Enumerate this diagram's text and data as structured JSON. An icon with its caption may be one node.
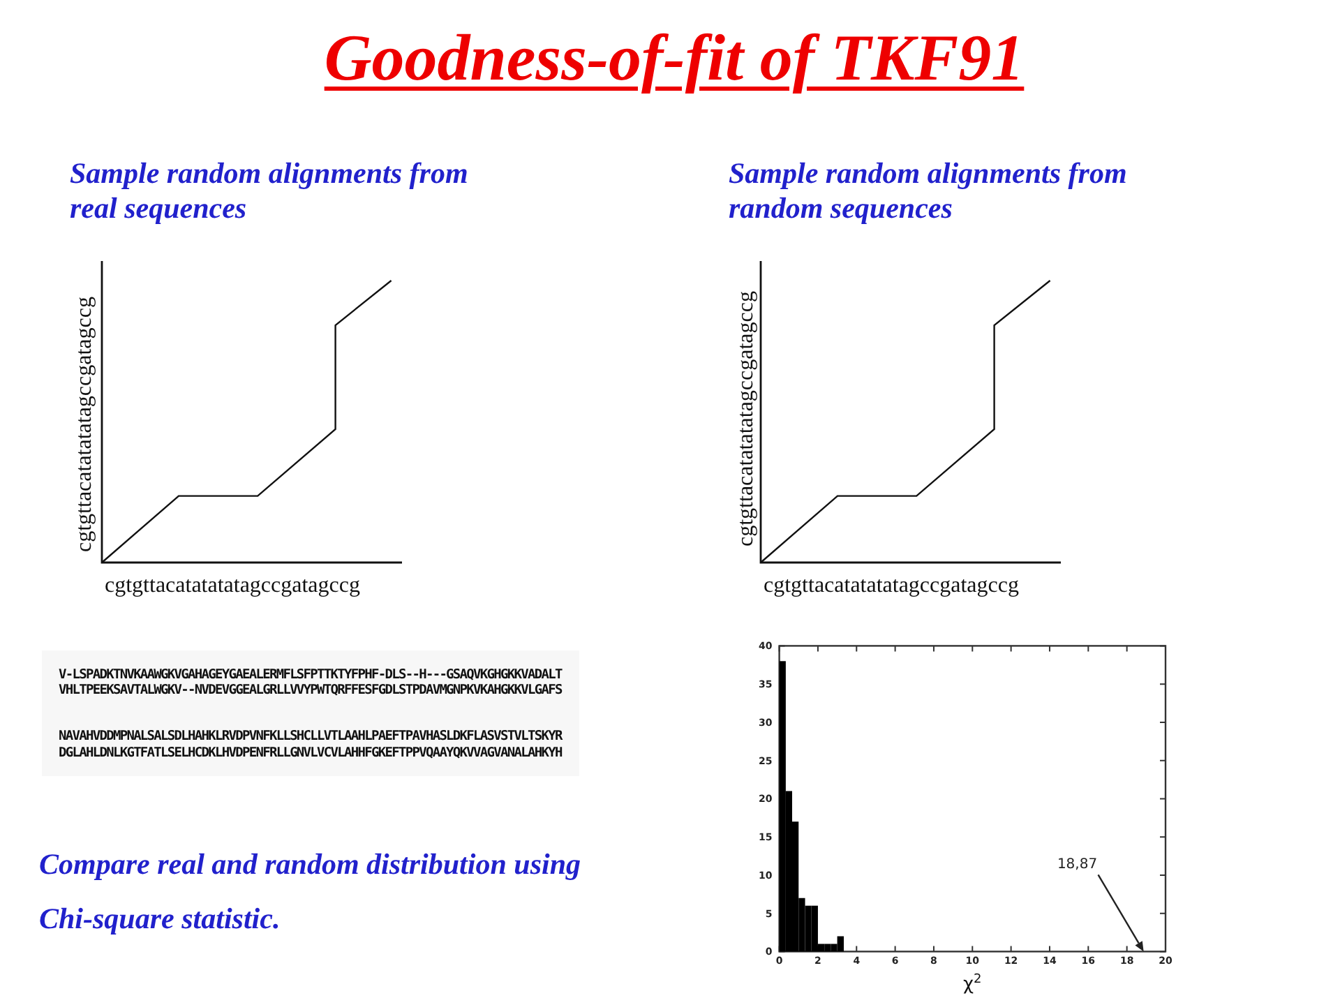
{
  "diagram": {
    "title": "Goodness-of-fit of TKF91",
    "labels": [
      "Sample random alignments from real sequences",
      "Sample random alignments from random sequences",
      "cgtgttacatatatatagccgatagccg",
      "cgtgttacatatatatagccgatagccg",
      "cgtgttacatatatatagccgatagccg",
      "cgtgttacatatatatagccgatagccg",
      "V-LSPADKTNVKAAWGKVGAHAGEYGAEALERMFLSFPTTKTYFPHF-DLS--H---GSAQVKGHGKKVADALT",
      "VHLTPEEKSAVTALWGKV--NVDEVGGEALGRLLVVYPWTQRFFESFGDLSTPDAVMGNPKVKAHGKKVLGAFS",
      "NAVAHVDDMPNALSALSDLHAHKLRVDPVNFKLLSHCLLVTLAAHLPAEFTPAVHASLDKFLASVSTVLTSKYR",
      "DGLAHLDNLKGTFATLSELHCDKLHVDPENFRLLGNVLVCVLAHHFGKEFTPPVQAAYQKVVAGVANALAHKYH",
      "Compare real and random distribution using",
      "Chi-square statistic."
    ],
    "chart_data": {
      "type": "bar",
      "xlabel": "χ$^{2}$",
      "x": [
        0.17,
        0.5,
        0.83,
        1.17,
        1.5,
        1.83,
        2.17,
        2.5,
        2.83,
        3.17
      ],
      "values": [
        38,
        21,
        17,
        7,
        6,
        6,
        1,
        1,
        1,
        2
      ],
      "xlim": [
        0,
        20
      ],
      "ylim": [
        0,
        40
      ],
      "xticks": [
        0,
        2,
        4,
        6,
        8,
        10,
        12,
        14,
        16,
        18,
        20
      ],
      "yticks": [
        0,
        5,
        10,
        15,
        20,
        25,
        30,
        35,
        40
      ],
      "annotations": [
        "18,87"
      ]
    }
  }
}
